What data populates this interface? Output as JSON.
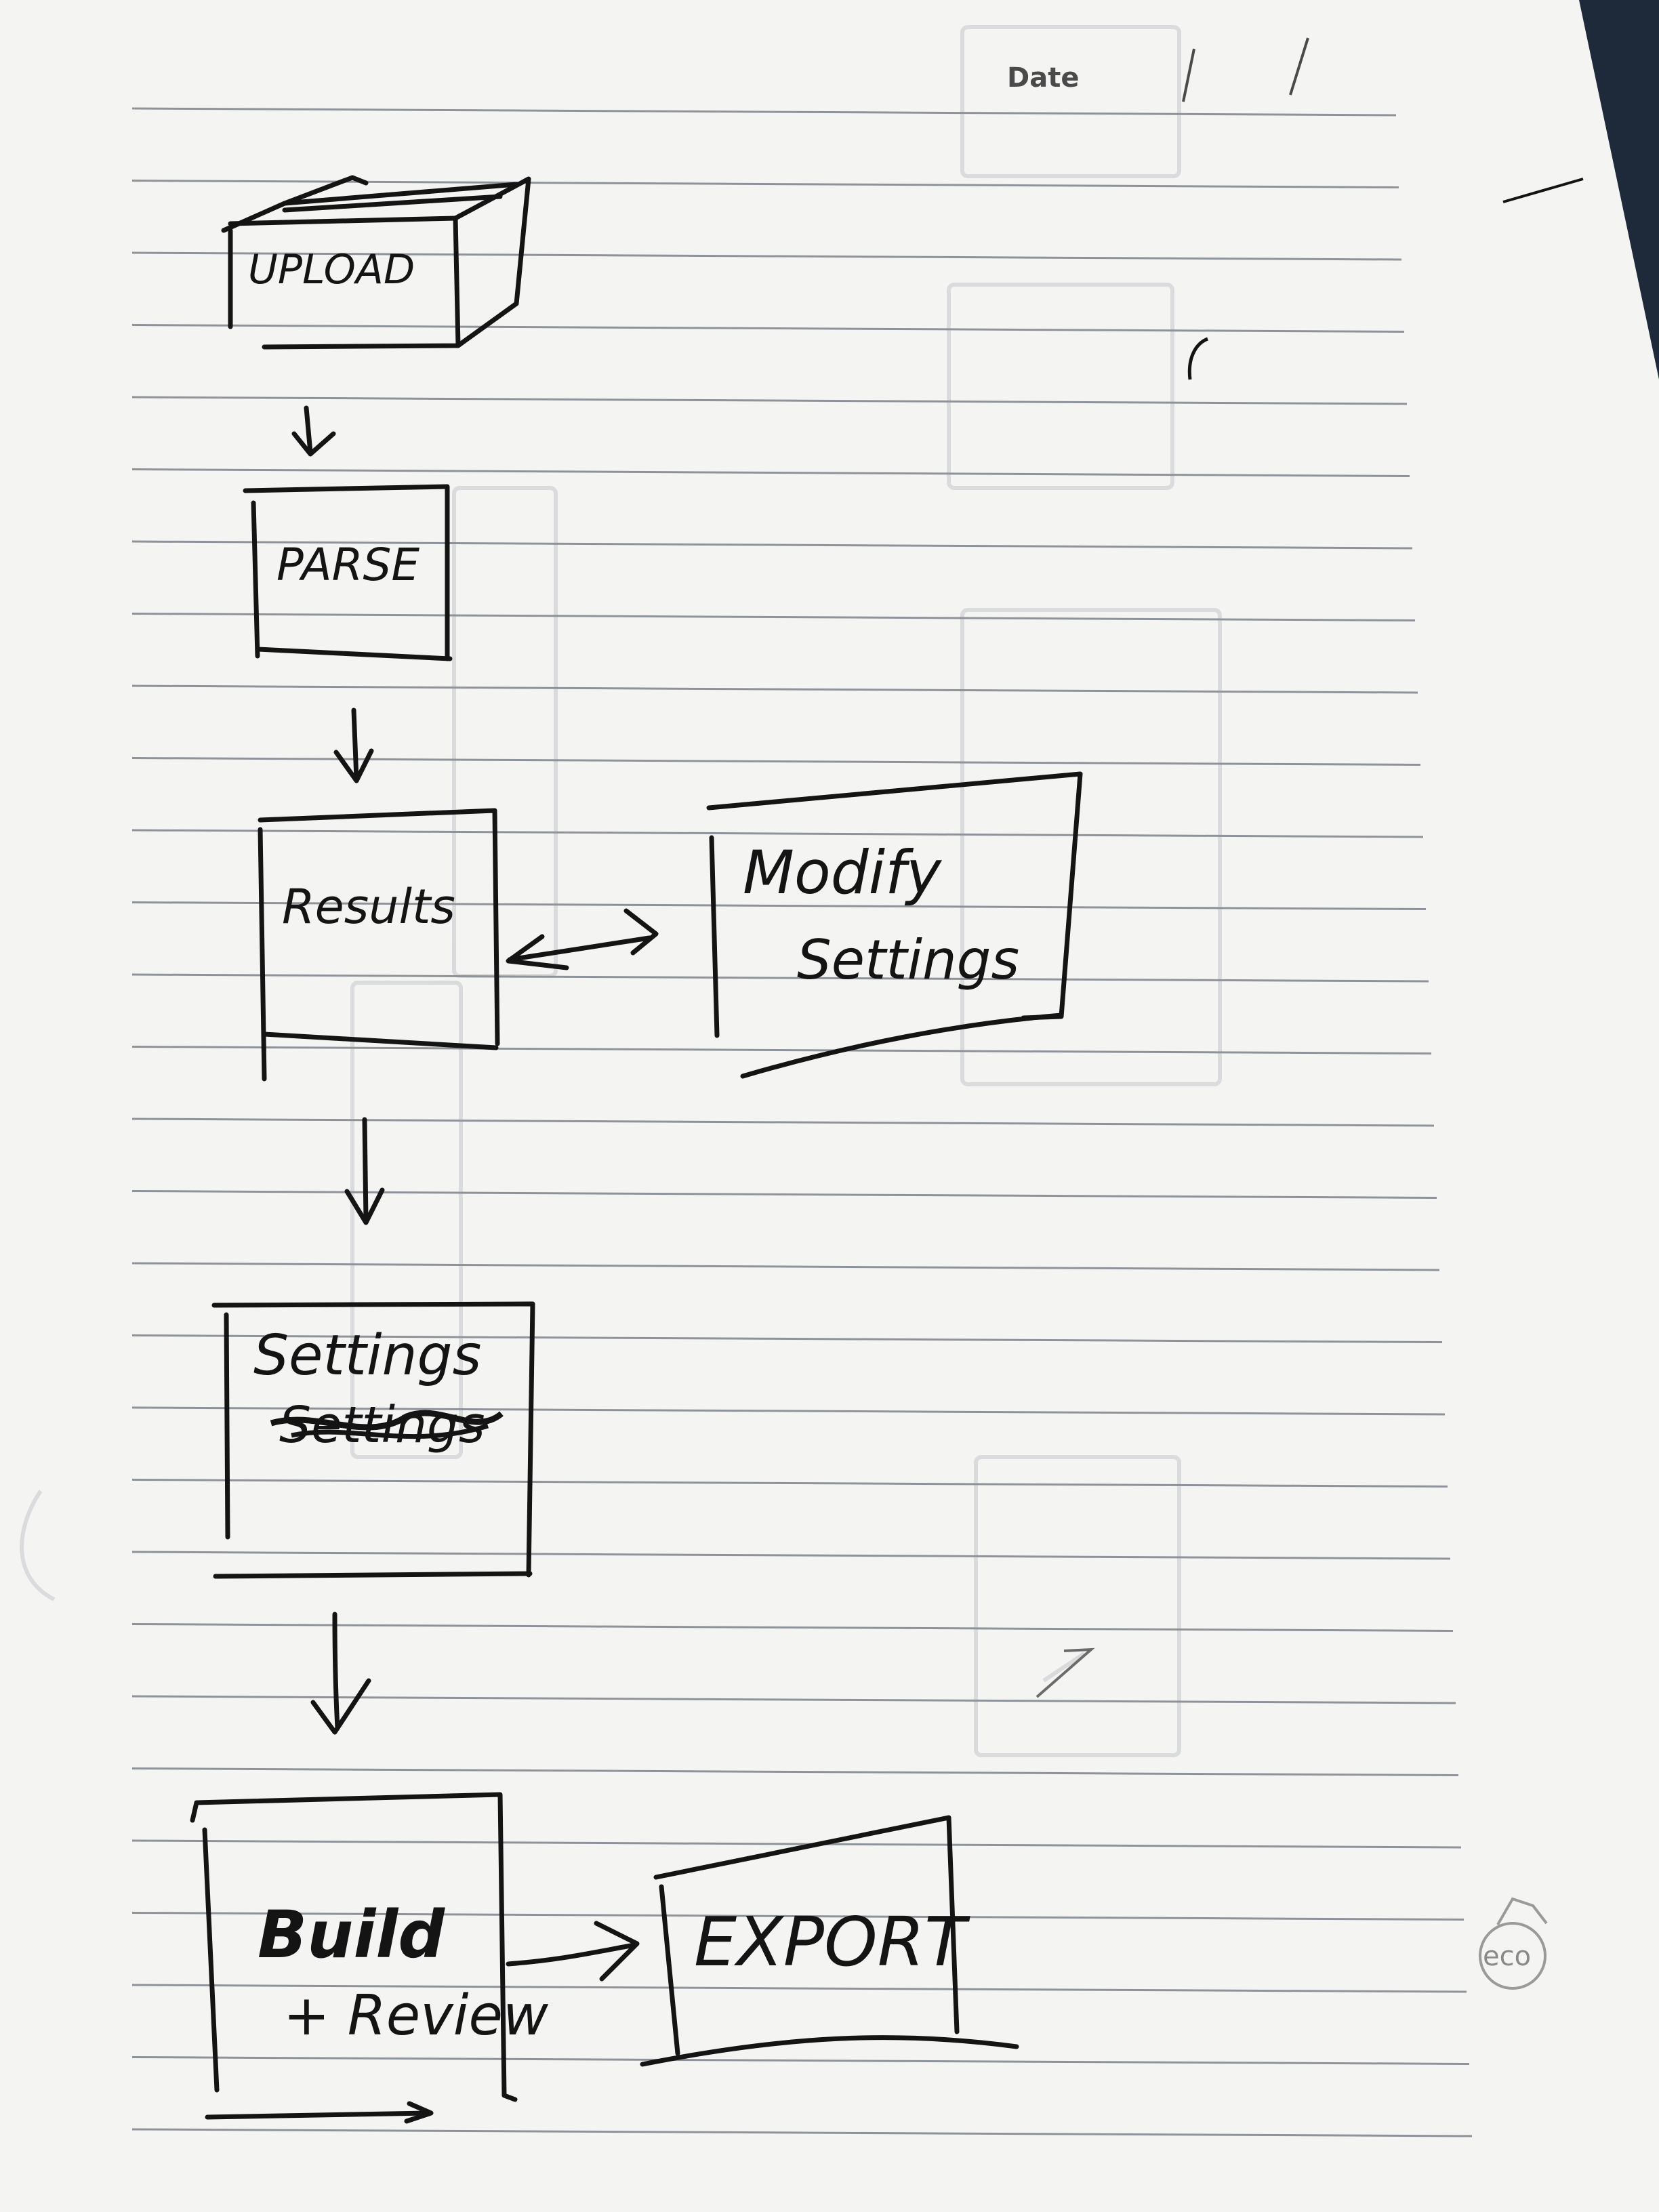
{
  "header": {
    "date_label": "Date"
  },
  "nodes": {
    "upload": "UPLOAD",
    "parse": "PARSE",
    "results": "Results",
    "modify_line1": "Modify",
    "modify_line2": "Settings",
    "settings_line1": "Settings",
    "settings_line2": "Settings",
    "build_line1": "Build",
    "build_line2": "+ Review",
    "export": "EXPORT"
  },
  "footer": {
    "eco_logo_text": "eco"
  },
  "colors": {
    "paper": "#f4f4f2",
    "ink": "#141414",
    "rule": "#8e9399",
    "desk": "#1e2a3a"
  }
}
